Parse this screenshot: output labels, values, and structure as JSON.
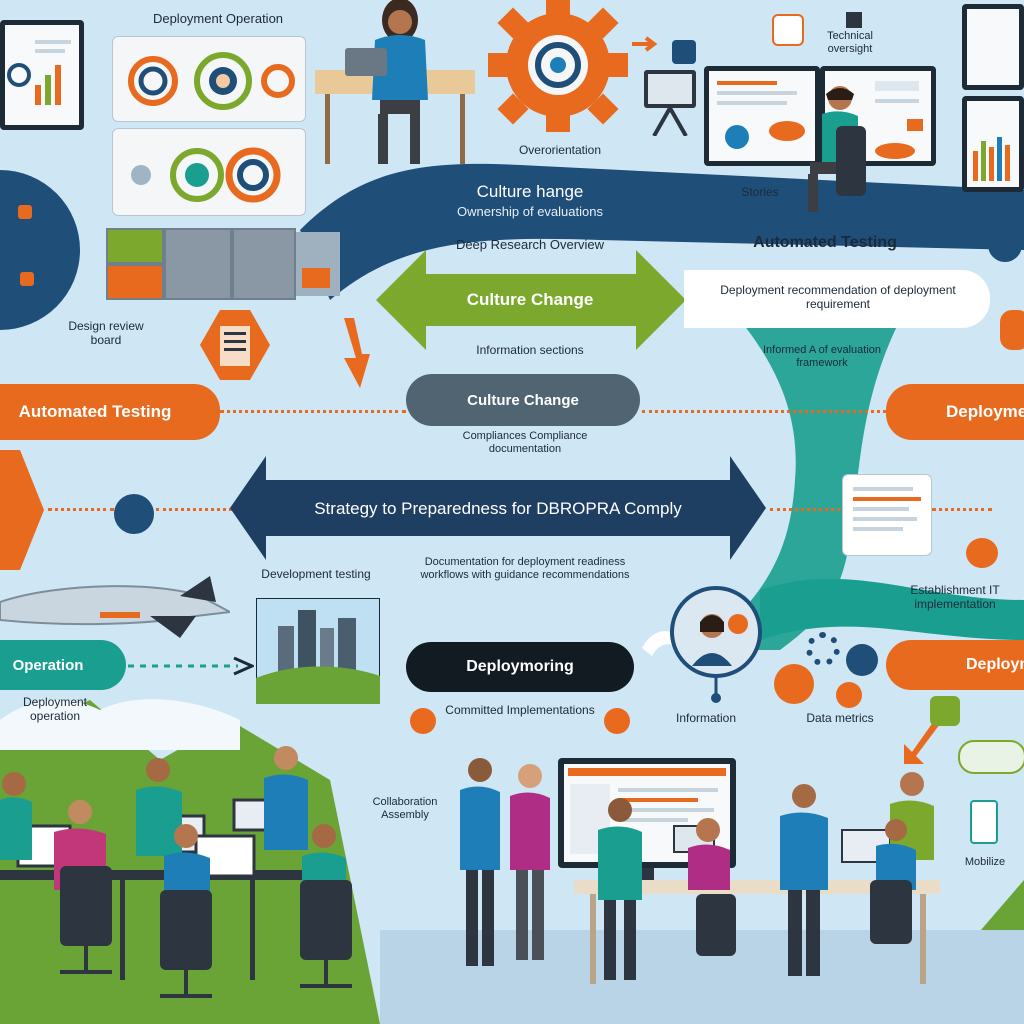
{
  "labels": {
    "deployment_operation_top": "Deployment Operation",
    "orientation": "Overorientation",
    "technical_oversight": "Technical oversight",
    "stories": "Stories",
    "culture_change_top": "Culture hange",
    "culture_change_top_sub": "Ownership of evaluations",
    "deep_research": "Deep Research Overview",
    "automated_testing_top": "Automated Testing",
    "culture_change_green": "Culture Change",
    "deployment_recommendation": "Deployment recommendation of deployment requirement",
    "design_review": "Design review board",
    "information_section": "Information sections",
    "informed_panel": "Informed A of evaluation framework",
    "automated_testing_left": "Automated Testing",
    "culture_change_grey": "Culture Change",
    "compliance_sub": "Compliances Compliance documentation",
    "deployment_right": "Deployment",
    "strategy_banner": "Strategy to Preparedness for DBROPRA Comply",
    "development_testing": "Development testing",
    "documentation_note": "Documentation for deployment readiness workflows with guidance recommendations",
    "establish_it": "Establishment IT implementation",
    "operation_left": "Operation",
    "deployment_bottom_right": "Deployment",
    "deploy_monitoring": "Deploymoring",
    "operation_lower": "Deployment operation",
    "committed_implementations": "Committed Implementations",
    "information_lower": "Information",
    "data_metrics": "Data metrics",
    "collaboration_assembly": "Collaboration Assembly",
    "mobilize": "Mobilize"
  },
  "colors": {
    "sky": "#cfe6f5",
    "navy": "#1f4e79",
    "orange": "#e86a1e",
    "green": "#7ca82e",
    "teal": "#1a9e8f",
    "grey": "#506472",
    "hill": "#6aa336",
    "dark": "#1b2a3a"
  },
  "icons": [
    "gear-icon",
    "target-icon",
    "laptop-icon",
    "monitor-icon",
    "person-icon",
    "chart-icon",
    "document-icon",
    "cloud-icon",
    "airplane-icon",
    "city-icon",
    "chair-icon"
  ]
}
